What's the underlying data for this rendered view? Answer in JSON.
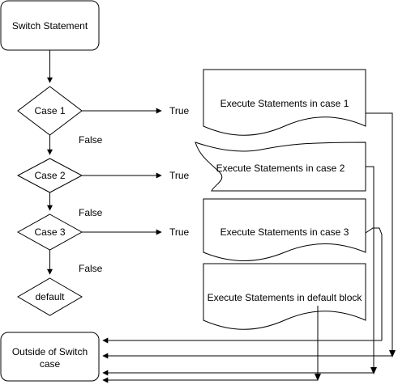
{
  "start": {
    "label": "Switch Statement"
  },
  "decisions": [
    {
      "label": "Case 1"
    },
    {
      "label": "Case 2"
    },
    {
      "label": "Case 3"
    },
    {
      "label": "default"
    }
  ],
  "true_labels": [
    "True",
    "True",
    "True"
  ],
  "false_labels": [
    "False",
    "False",
    "False"
  ],
  "actions": [
    {
      "label": "Execute Statements in case 1"
    },
    {
      "label": "Execute Statements in case 2"
    },
    {
      "label": "Execute Statements in case 3"
    },
    {
      "label": "Execute Statements in default block"
    }
  ],
  "end": {
    "label_line1": "Outside of Switch",
    "label_line2": "case"
  }
}
